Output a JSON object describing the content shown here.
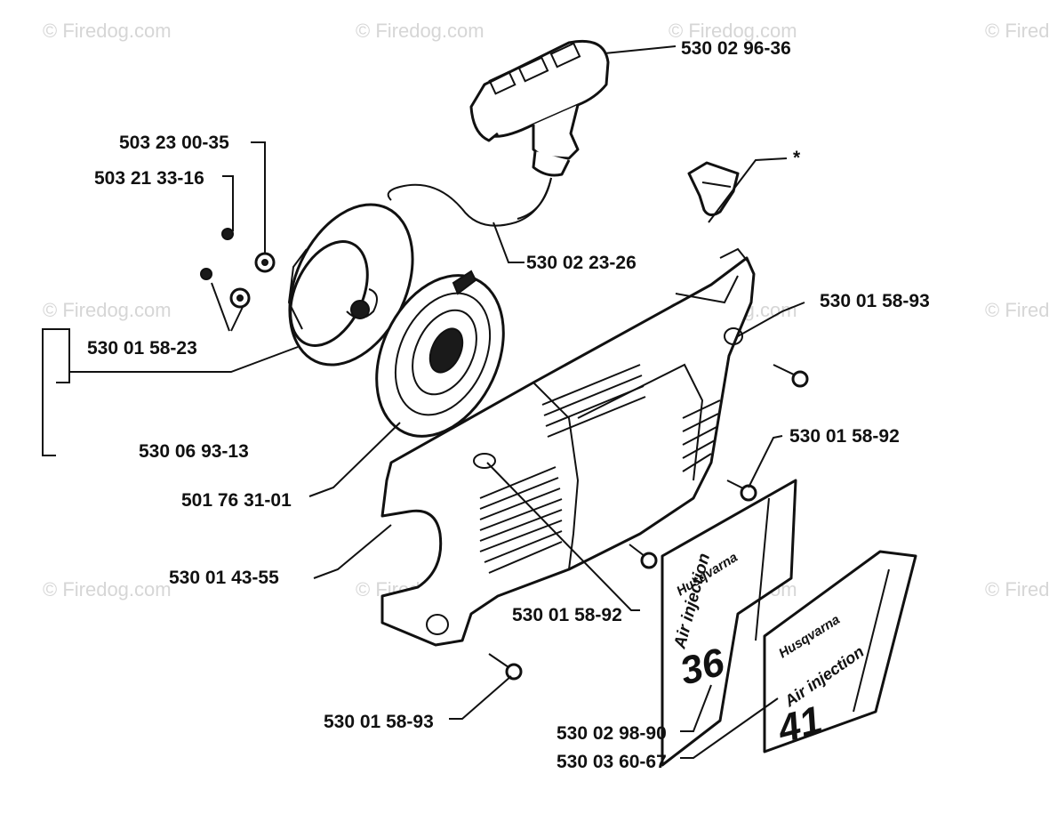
{
  "watermark": "© Firedog.com",
  "parts": {
    "handle": "530 02 96-36",
    "insert": "*",
    "rope": "530 02 23-26",
    "screw_a": "503 23 00-35",
    "washer_a": "503 21 33-16",
    "bearing": "530 01 58-23",
    "starter_assy": "530 06 93-13",
    "spring": "501 76 31-01",
    "cover": "530 01 43-55",
    "screw_right": "530 01 58-93",
    "screw_decal": "530 01 58-92",
    "screw_center": "530 01 58-92",
    "screw_bottom": "530 01 58-93",
    "decal_36": "530 02 98-90",
    "decal_41": "530 03 60-67"
  },
  "decals": {
    "brand": "Husqvarna",
    "text": "Air injection",
    "model_36": "36",
    "model_41": "41"
  }
}
